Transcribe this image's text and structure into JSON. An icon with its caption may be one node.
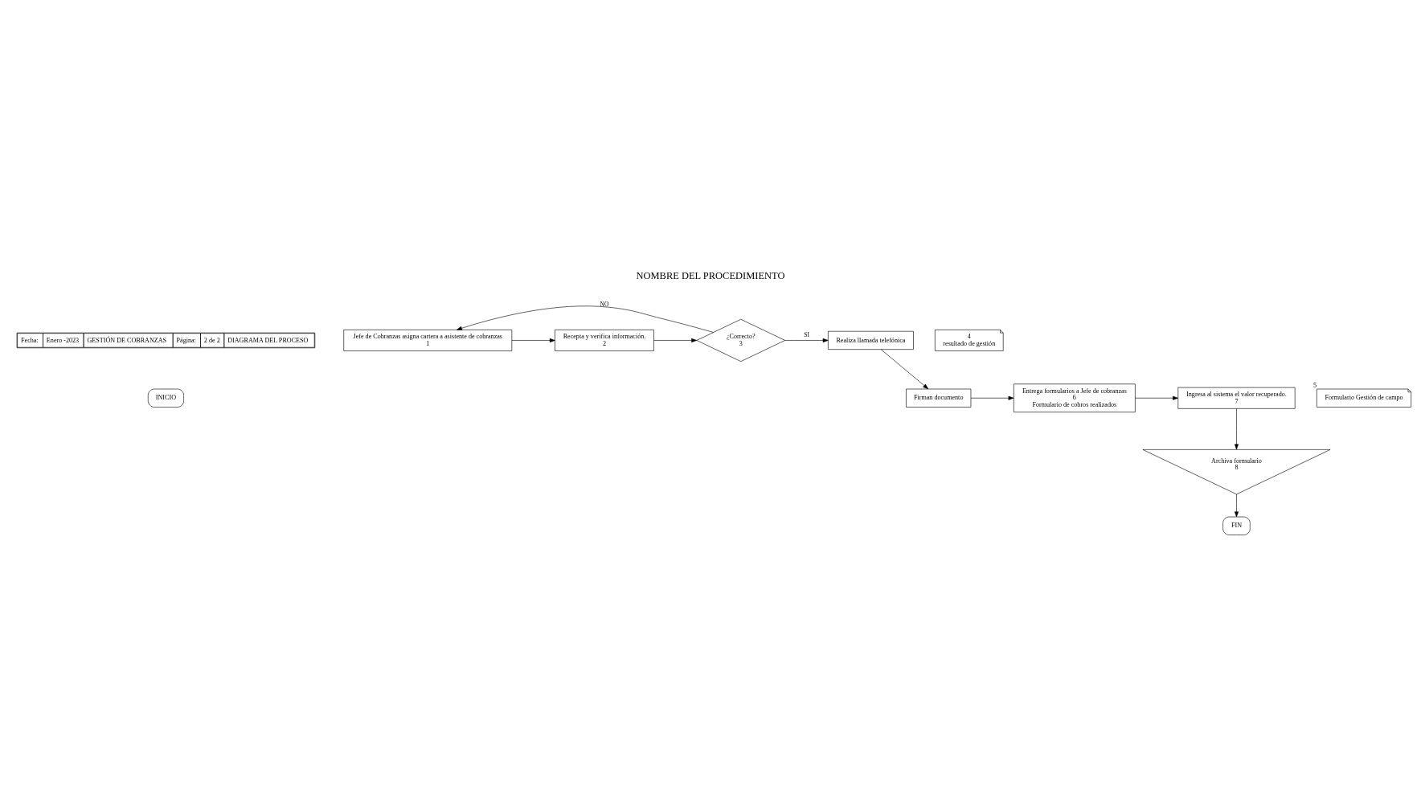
{
  "diagram": {
    "title": "NOMBRE DEL PROCEDIMIENTO",
    "nodes": [
      {
        "text": [
          "INICIO"
        ]
      },
      {
        "text": [
          "Jefe de Cobranzas asigna cartera a asistente de cobranzas",
          "1"
        ]
      },
      {
        "text": [
          "Recepta y verifica información.",
          "2"
        ]
      },
      {
        "text": [
          "¿Correcto?",
          "3"
        ]
      },
      {
        "text": [
          "Realiza llamada telefónica"
        ]
      },
      {
        "text": [
          "4",
          "resultado de gestión"
        ]
      },
      {
        "text": [
          "Firman documento"
        ]
      },
      {
        "text": [
          "Formulario Gestión de campo"
        ],
        "beside": [
          "5"
        ]
      },
      {
        "text": [
          "Entrega formularios a Jefe de cobranzas",
          "6",
          "Formulario de cobros realizados"
        ]
      },
      {
        "text": [
          "Ingresa al sistema el valor recuperado.",
          "7"
        ]
      },
      {
        "text": [
          "Archiva formulario",
          "8"
        ]
      },
      {
        "text": [
          "FIN"
        ]
      }
    ],
    "edges": [
      {
        "from": 1,
        "to": 2,
        "arrow": "to"
      },
      {
        "from": 2,
        "to": 3,
        "arrow": "to"
      },
      {
        "from": 3,
        "to": 4,
        "arrow": "to",
        "label": "SI"
      },
      {
        "from": 3,
        "to": 1,
        "arrow": "to",
        "label": "NO"
      },
      {
        "from": 4,
        "to": 6,
        "arrow": "to"
      },
      {
        "from": 6,
        "to": 8,
        "arrow": "to"
      },
      {
        "from": 8,
        "to": 9,
        "arrow": "to"
      },
      {
        "from": 9,
        "to": 10,
        "arrow": "to"
      },
      {
        "from": 10,
        "to": 11,
        "arrow": "to"
      }
    ],
    "labels": [
      "Fecha:",
      "Enero -2023",
      "GESTIÓN DE COBRANZAS",
      "Página:",
      "2 de 2",
      "DIAGRAMA DEL PROCESO"
    ]
  }
}
